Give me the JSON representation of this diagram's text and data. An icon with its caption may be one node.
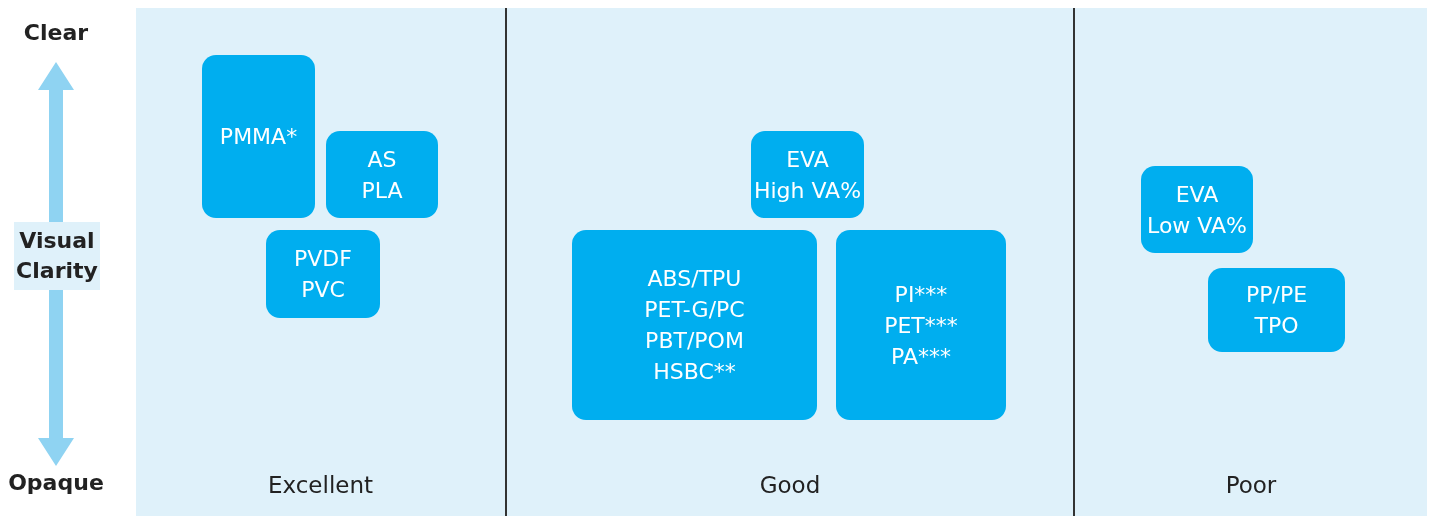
{
  "diagram": {
    "nodes": [
      {
        "text": [
          "Excellent"
        ]
      },
      {
        "text": [
          "PMMA*"
        ],
        "in": 0
      },
      {
        "text": [
          "AS",
          "PLA"
        ],
        "in": 0
      },
      {
        "text": [
          "PVDF",
          "PVC"
        ],
        "in": 0
      },
      {
        "text": [
          "Good"
        ]
      },
      {
        "text": [
          "EVA",
          "High VA%"
        ],
        "in": 4
      },
      {
        "text": [
          "ABS/TPU",
          "PET-G/PC",
          "PBT/POM",
          "HSBC**"
        ],
        "in": 4
      },
      {
        "text": [
          "PI***",
          "PET***",
          "PA***"
        ],
        "in": 4
      },
      {
        "text": [
          "Poor"
        ]
      },
      {
        "text": [
          "EVA",
          "Low VA%"
        ],
        "in": 8
      },
      {
        "text": [
          "PP/PE",
          "TPO"
        ],
        "in": 8
      }
    ],
    "edges": [],
    "labels": [
      "Clear",
      "Visual Clarity",
      "Opaque"
    ]
  }
}
